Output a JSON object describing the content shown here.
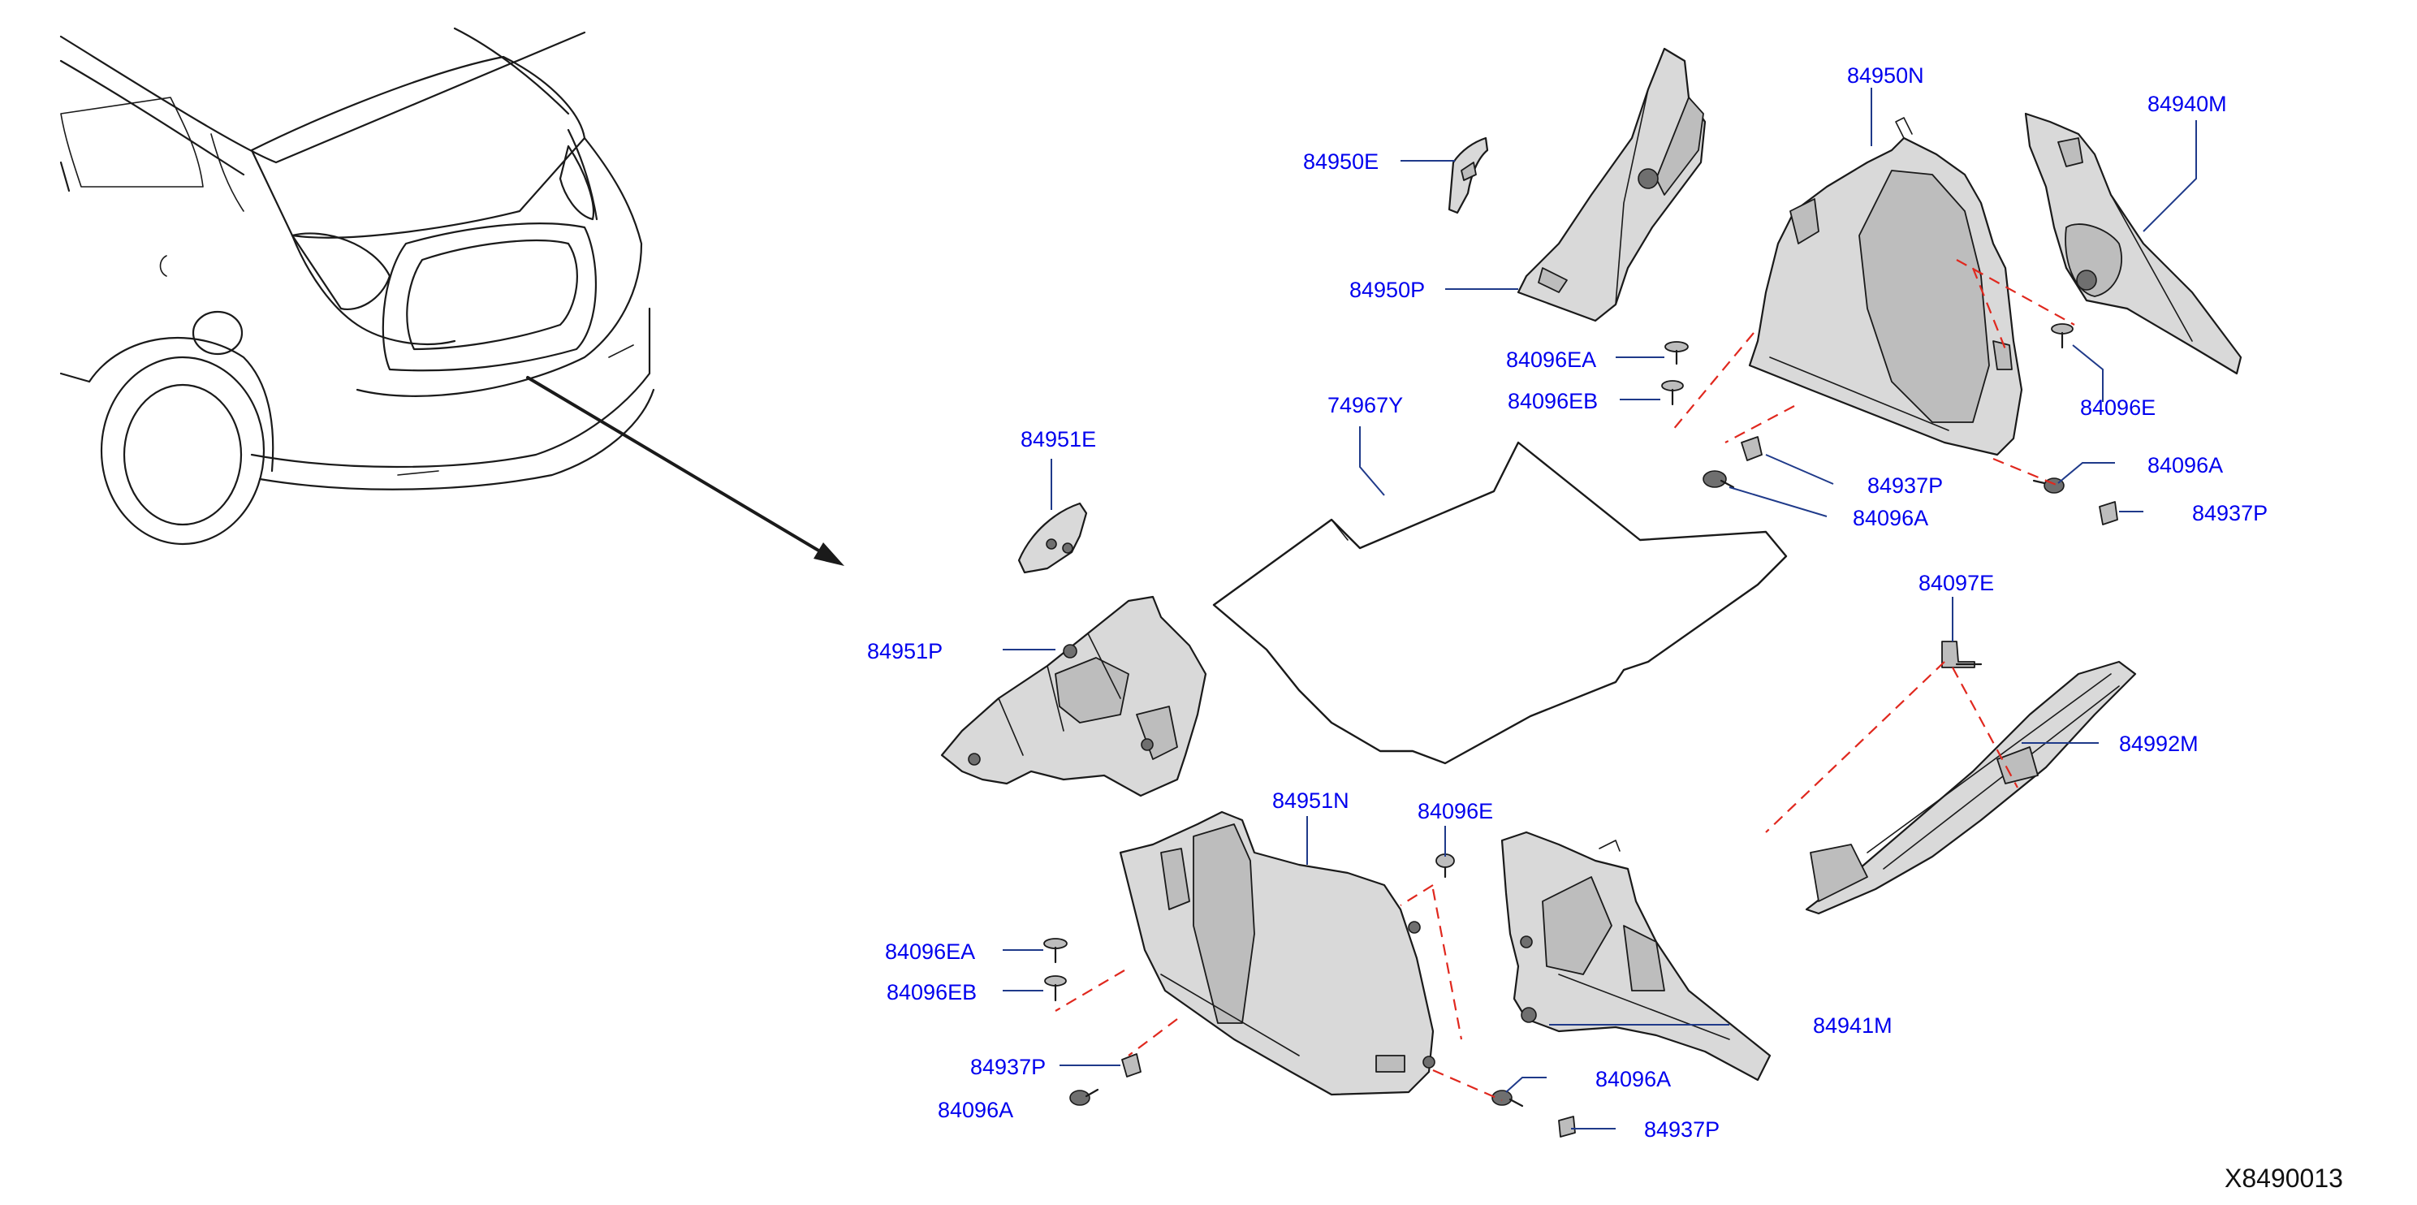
{
  "diagram": {
    "code": "X8490013",
    "labels": {
      "l84950E": "84950E",
      "l84950P": "84950P",
      "l84950N": "84950N",
      "l84940M": "84940M",
      "l84096EA_top": "84096EA",
      "l84096EB_top": "84096EB",
      "l74967Y": "74967Y",
      "l84951E": "84951E",
      "l84937P_top": "84937P",
      "l84096A_top": "84096A",
      "l84096E_top": "84096E",
      "l84096A_right": "84096A",
      "l84937P_right": "84937P",
      "l84951P": "84951P",
      "l84097E": "84097E",
      "l84992M": "84992M",
      "l84951N": "84951N",
      "l84096E_bottom": "84096E",
      "l84096EA_bottom": "84096EA",
      "l84096EB_bottom": "84096EB",
      "l84941M": "84941M",
      "l84937P_bottom": "84937P",
      "l84096A_bottom": "84096A",
      "l84096A_bottom_right": "84096A",
      "l84937P_bottom_right": "84937P"
    },
    "colors": {
      "label": "#0000ee",
      "leader": "#1f3a8a",
      "hidden_line": "#e0281e",
      "line": "#1a1a1a"
    }
  }
}
